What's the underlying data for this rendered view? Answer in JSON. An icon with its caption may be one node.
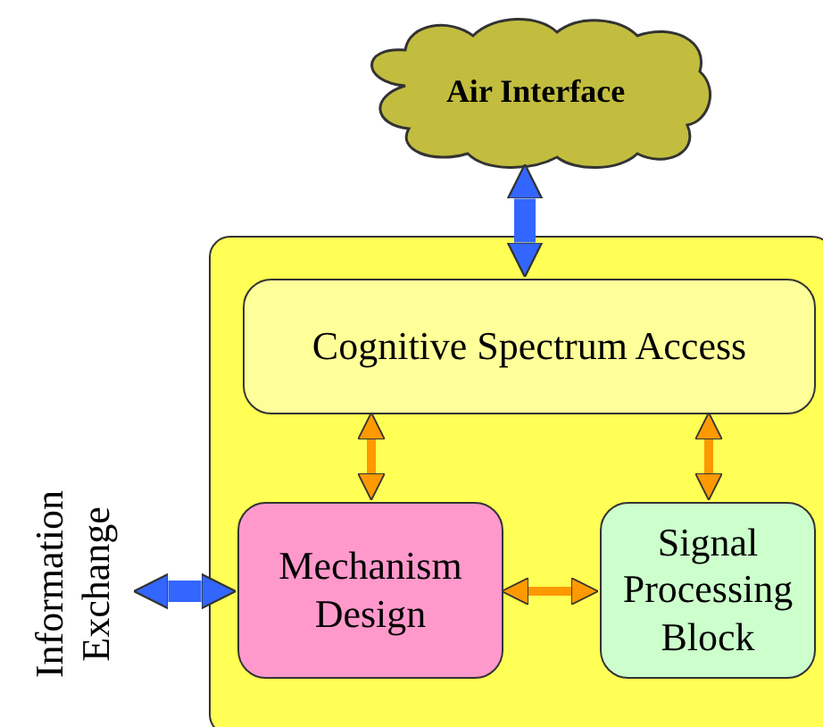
{
  "diagram": {
    "nodes": [
      {
        "text": [
          "Air Interface"
        ]
      },
      {
        "text": [],
        "shape": "box"
      },
      {
        "text": [
          "Cognitive Spectrum Access"
        ],
        "in": 1
      },
      {
        "text": [
          "Mechanism Design"
        ],
        "in": 1
      },
      {
        "text": [
          "Signal Processing Block"
        ],
        "in": 1
      },
      {
        "text": [
          "Information Exchange"
        ]
      }
    ],
    "edges": [
      {
        "from": 0,
        "to": 2,
        "arrow": "both",
        "style": "thick",
        "color": "#3366ff"
      },
      {
        "from": 2,
        "to": 3,
        "arrow": "both"
      },
      {
        "from": 2,
        "to": 4,
        "arrow": "both"
      },
      {
        "from": 3,
        "to": 4,
        "arrow": "both"
      },
      {
        "from": 5,
        "to": 3,
        "arrow": "both",
        "style": "thick",
        "color": "#3366ff"
      }
    ]
  }
}
